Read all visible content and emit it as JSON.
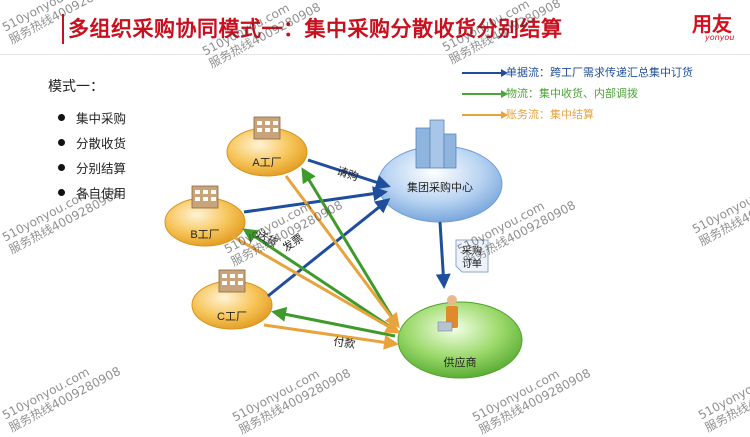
{
  "title": "多组织采购协同模式一：集中采购分散收货分别结算",
  "logo": {
    "name": "用友",
    "sub": "yonyou"
  },
  "mode": {
    "label": "模式一：",
    "bullets": [
      "集中采购",
      "分散收货",
      "分别结算",
      "各自使用"
    ]
  },
  "legend": [
    {
      "text": "单据流：跨工厂需求传递汇总集中订货",
      "color": "#1f4e9c"
    },
    {
      "text": "物流：集中收货、内部调拨",
      "color": "#4ea33a"
    },
    {
      "text": "账务流：集中结算",
      "color": "#e8a33c"
    }
  ],
  "nodes": {
    "factory_a": "A工厂",
    "factory_b": "B工厂",
    "factory_c": "C工厂",
    "center": "集团采购中心",
    "supplier": "供应商"
  },
  "edge_labels": {
    "request": "请购",
    "delivery": "送货",
    "invoice": "发票",
    "payment": "付款",
    "po_line1": "采购",
    "po_line2": "订单"
  },
  "watermarks": [
    {
      "line1": "510yonyou.com",
      "line2": "服务热线4009280908"
    }
  ],
  "colors": {
    "title": "#c8101e",
    "blue": "#1f4e9c",
    "green": "#4ea33a",
    "orange": "#e8a33c"
  }
}
